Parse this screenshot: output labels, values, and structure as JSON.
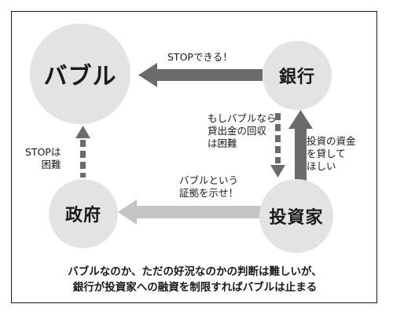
{
  "nodes": {
    "bubble": "バブル",
    "bank": "銀行",
    "government": "政府",
    "investor": "投資家"
  },
  "labels": {
    "stop_can": "STOPできる！",
    "bubble_loan": "もしバブルなら\n貸出金の回収\nは困難",
    "invest_loan": "投資の資金\nを貸して\nほしい",
    "stop_hard": "STOPは\n困難",
    "evidence": "バブルという\n証拠を示せ！"
  },
  "caption": {
    "line1": "バブルなのか、ただの好況なのかの判断は難しいが、",
    "line2": "銀行が投資家への融資を制限すればバブルは止まる"
  },
  "colors": {
    "node_fill": "#e3e3e3",
    "arrow_dark": "#6b6b6b",
    "arrow_light": "#c4c4c4",
    "border": "#1a1a1a"
  }
}
